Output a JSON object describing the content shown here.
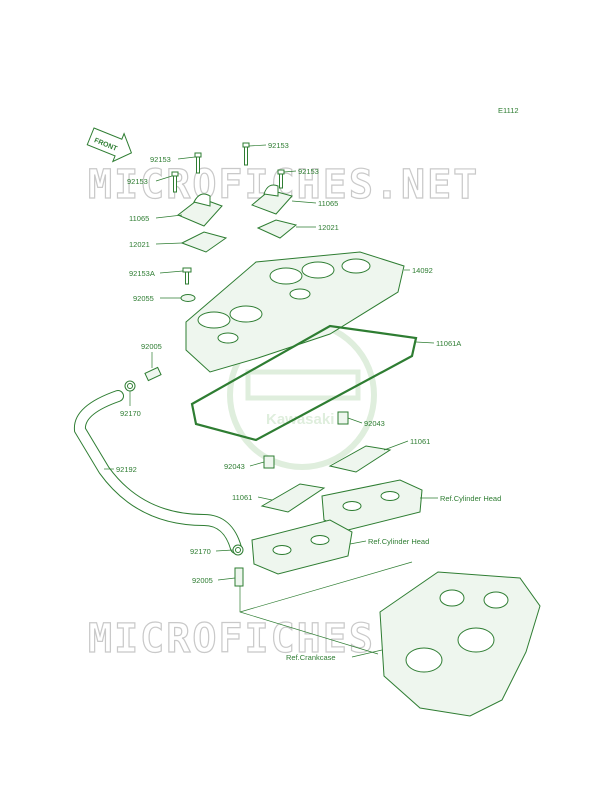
{
  "figure_code": "E1112",
  "front_arrow": "FRONT",
  "watermark": "MICROFICHES.NET",
  "logo": "Kawasaki",
  "part_labels": [
    {
      "id": "92153-a",
      "text": "92153"
    },
    {
      "id": "92153-b",
      "text": "92153"
    },
    {
      "id": "92153-c",
      "text": "92153"
    },
    {
      "id": "92153-d",
      "text": "92153"
    },
    {
      "id": "11065-a",
      "text": "11065"
    },
    {
      "id": "11065-b",
      "text": "11065"
    },
    {
      "id": "12021-a",
      "text": "12021"
    },
    {
      "id": "12021-b",
      "text": "12021"
    },
    {
      "id": "92153A",
      "text": "92153A"
    },
    {
      "id": "14092",
      "text": "14092"
    },
    {
      "id": "92055",
      "text": "92055"
    },
    {
      "id": "11061A",
      "text": "11061A"
    },
    {
      "id": "92005-a",
      "text": "92005"
    },
    {
      "id": "92170-a",
      "text": "92170"
    },
    {
      "id": "92043-a",
      "text": "92043"
    },
    {
      "id": "11061-a",
      "text": "11061"
    },
    {
      "id": "92192",
      "text": "92192"
    },
    {
      "id": "92043-b",
      "text": "92043"
    },
    {
      "id": "11061-b",
      "text": "11061"
    },
    {
      "id": "ref-cyl-1",
      "text": "Ref.Cylinder Head"
    },
    {
      "id": "ref-cyl-2",
      "text": "Ref.Cylinder Head"
    },
    {
      "id": "92170-b",
      "text": "92170"
    },
    {
      "id": "92005-b",
      "text": "92005"
    },
    {
      "id": "ref-crank",
      "text": "Ref.Crankcase"
    }
  ]
}
